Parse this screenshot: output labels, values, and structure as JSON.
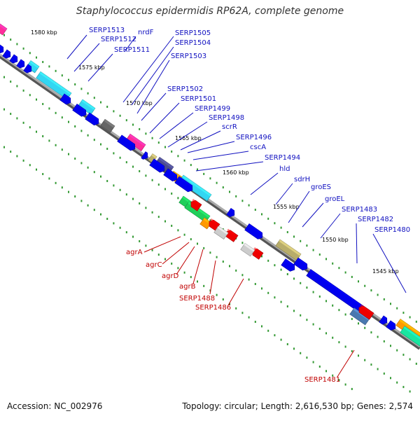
{
  "title": "Staphylococcus epidermidis RP62A, complete genome",
  "accession": "Accession: NC_002976",
  "summary": "Topology: circular; Length: 2,616,530 bp; Genes: 2,574",
  "colors": {
    "forward_label": "#1010c0",
    "reverse_label": "#c00000",
    "forward_gene": "#0000ee",
    "reverse_gene": "#ee0000",
    "backbone": "#888888",
    "ruler_dots": "#339933"
  },
  "scale_labels": [
    "1580 kbp",
    "1575 kbp",
    "1570 kbp",
    "1565 kbp",
    "1560 kbp",
    "1555 kbp",
    "1550 kbp",
    "1545 kbp"
  ],
  "forward_labels": [
    "SERP1513",
    "nrdF",
    "SERP1512",
    "SERP1511",
    "SERP1505",
    "SERP1504",
    "SERP1503",
    "SERP1502",
    "SERP1501",
    "SERP1499",
    "SERP1498",
    "scrR",
    "SERP1496",
    "cscA",
    "SERP1494",
    "hld",
    "sdrH",
    "groES",
    "groEL",
    "SERP1483",
    "SERP1482",
    "SERP1480"
  ],
  "reverse_labels": [
    "agrA",
    "agrC",
    "agrD",
    "agrB",
    "SERP1488",
    "SERP1486",
    "SERP1481"
  ],
  "feature_colors": [
    "#ff2d9b",
    "#33d6f2",
    "#666666",
    "#4b4b8c",
    "#ff9900",
    "#b8ad6a",
    "#1fcf5a",
    "#4a78b0",
    "#cccccc",
    "#19e6a0"
  ]
}
